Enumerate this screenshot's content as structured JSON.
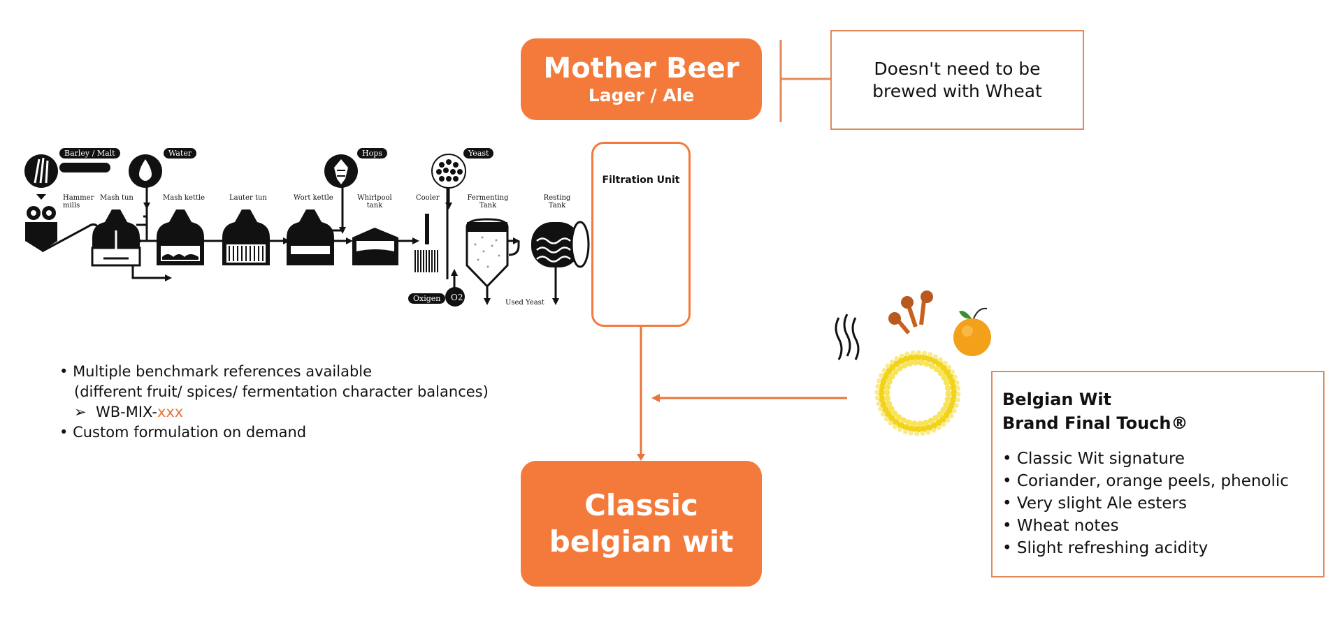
{
  "mother_beer": {
    "title": "Mother Beer",
    "subtitle": "Lager / Ale"
  },
  "wheat_note": "Doesn't need to be brewed with Wheat",
  "filtration": {
    "title": "Filtration Unit"
  },
  "classic_wit": {
    "line1": "Classic",
    "line2": "belgian wit"
  },
  "brewing": {
    "inputs": [
      "Barley / Malt",
      "Water",
      "Hops",
      "Yeast",
      "Oxigen"
    ],
    "steps": [
      "Hammer mills",
      "Mash tun",
      "Mash kettle",
      "Lauter tun",
      "Wort kettle",
      "Whirlpool tank",
      "Cooler",
      "Fermenting Tank",
      "Resting Tank"
    ],
    "used_yeast": "Used Yeast",
    "o2": "O2"
  },
  "benchmark": {
    "bullet1_line1": "Multiple benchmark references available",
    "bullet1_line2": "(different fruit/ spices/ fermentation character balances)",
    "sub_prefix": "WB-MIX-",
    "sub_suffix": "xxx",
    "bullet2": "Custom formulation on demand"
  },
  "brand": {
    "title_line1": "Belgian Wit",
    "title_line2": "Brand Final Touch®",
    "items": [
      "Classic Wit signature",
      "Coriander, orange peels, phenolic",
      "Very slight Ale esters",
      "Wheat notes",
      "Slight refreshing acidity"
    ]
  },
  "icons": [
    "wheat-icon",
    "water-drop-icon",
    "hop-icon",
    "yeast-icon",
    "aroma-waves-icon",
    "clove-icon",
    "orange-icon",
    "coriander-ring-icon"
  ],
  "colors": {
    "accent": "#f47a3b",
    "outline": "#e08a5c",
    "text": "#111111"
  }
}
